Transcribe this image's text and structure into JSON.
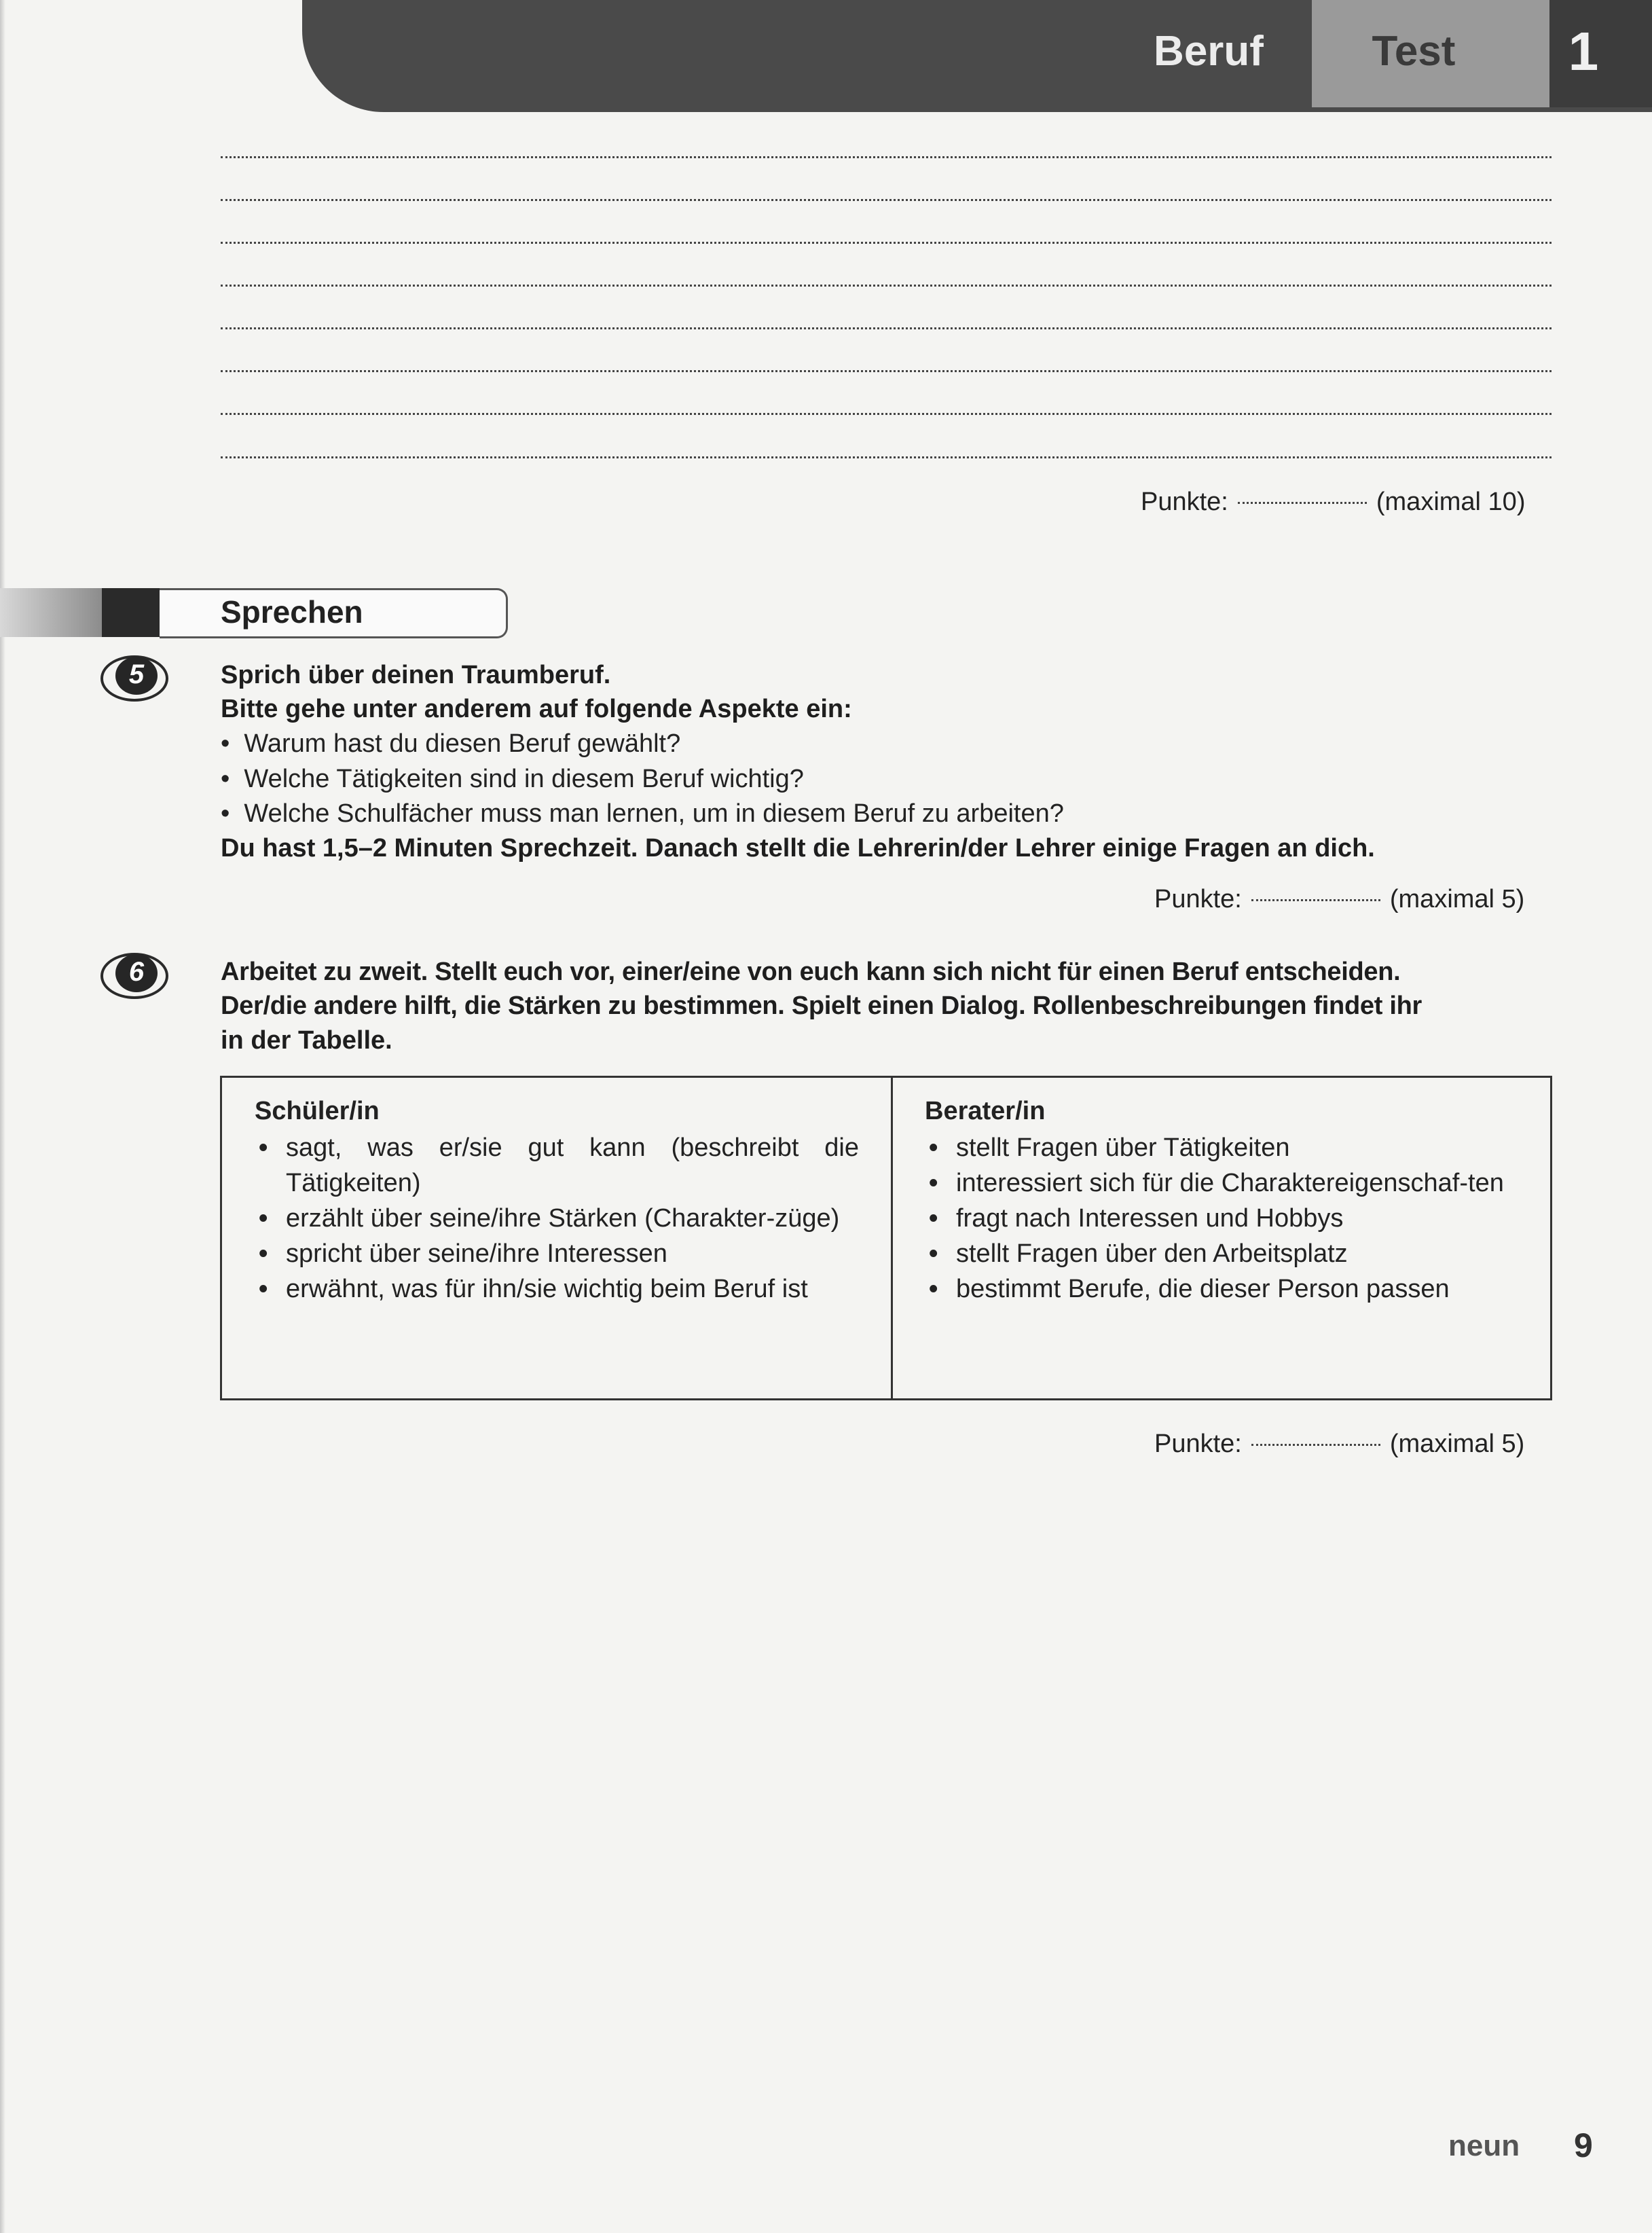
{
  "header": {
    "topic": "Beruf",
    "test_label": "Test",
    "test_number": "1"
  },
  "points_label": "Punkte:",
  "writing": {
    "max_points": "(maximal 10)"
  },
  "section": {
    "title": "Sprechen"
  },
  "task5": {
    "number": "5",
    "line1": "Sprich über deinen Traumberuf.",
    "line2": "Bitte gehe unter anderem auf folgende Aspekte ein:",
    "bullets": [
      "Warum hast du diesen Beruf gewählt?",
      "Welche Tätigkeiten sind in diesem Beruf wichtig?",
      "Welche Schulfächer muss man lernen, um in diesem Beruf zu arbeiten?"
    ],
    "line3": "Du hast 1,5–2 Minuten Sprechzeit. Danach stellt die Lehrerin/der Lehrer einige Fragen an dich.",
    "max_points": "(maximal 5)"
  },
  "task6": {
    "number": "6",
    "line1": "Arbeitet zu zweit. Stellt euch vor, einer/eine von euch kann sich nicht für einen Beruf entscheiden.",
    "line2": "Der/die andere hilft, die Stärken zu bestimmen. Spielt einen Dialog. Rollenbeschreibungen findet ihr",
    "line3": "in der Tabelle.",
    "table": {
      "left_title": "Schüler/in",
      "left_items": [
        "sagt, was er/sie gut kann (beschreibt die Tätigkeiten)",
        "erzählt über seine/ihre Stärken (Charakter-züge)",
        "spricht über seine/ihre Interessen",
        "erwähnt, was für ihn/sie wichtig beim Beruf ist"
      ],
      "right_title": "Berater/in",
      "right_items": [
        "stellt Fragen über Tätigkeiten",
        "interessiert sich für die Charaktereigenschaf-ten",
        "fragt nach Interessen und Hobbys",
        "stellt Fragen über den Arbeitsplatz",
        "bestimmt Berufe, die dieser Person passen"
      ]
    },
    "max_points": "(maximal 5)"
  },
  "footer": {
    "page_word": "neun",
    "page_number": "9"
  }
}
